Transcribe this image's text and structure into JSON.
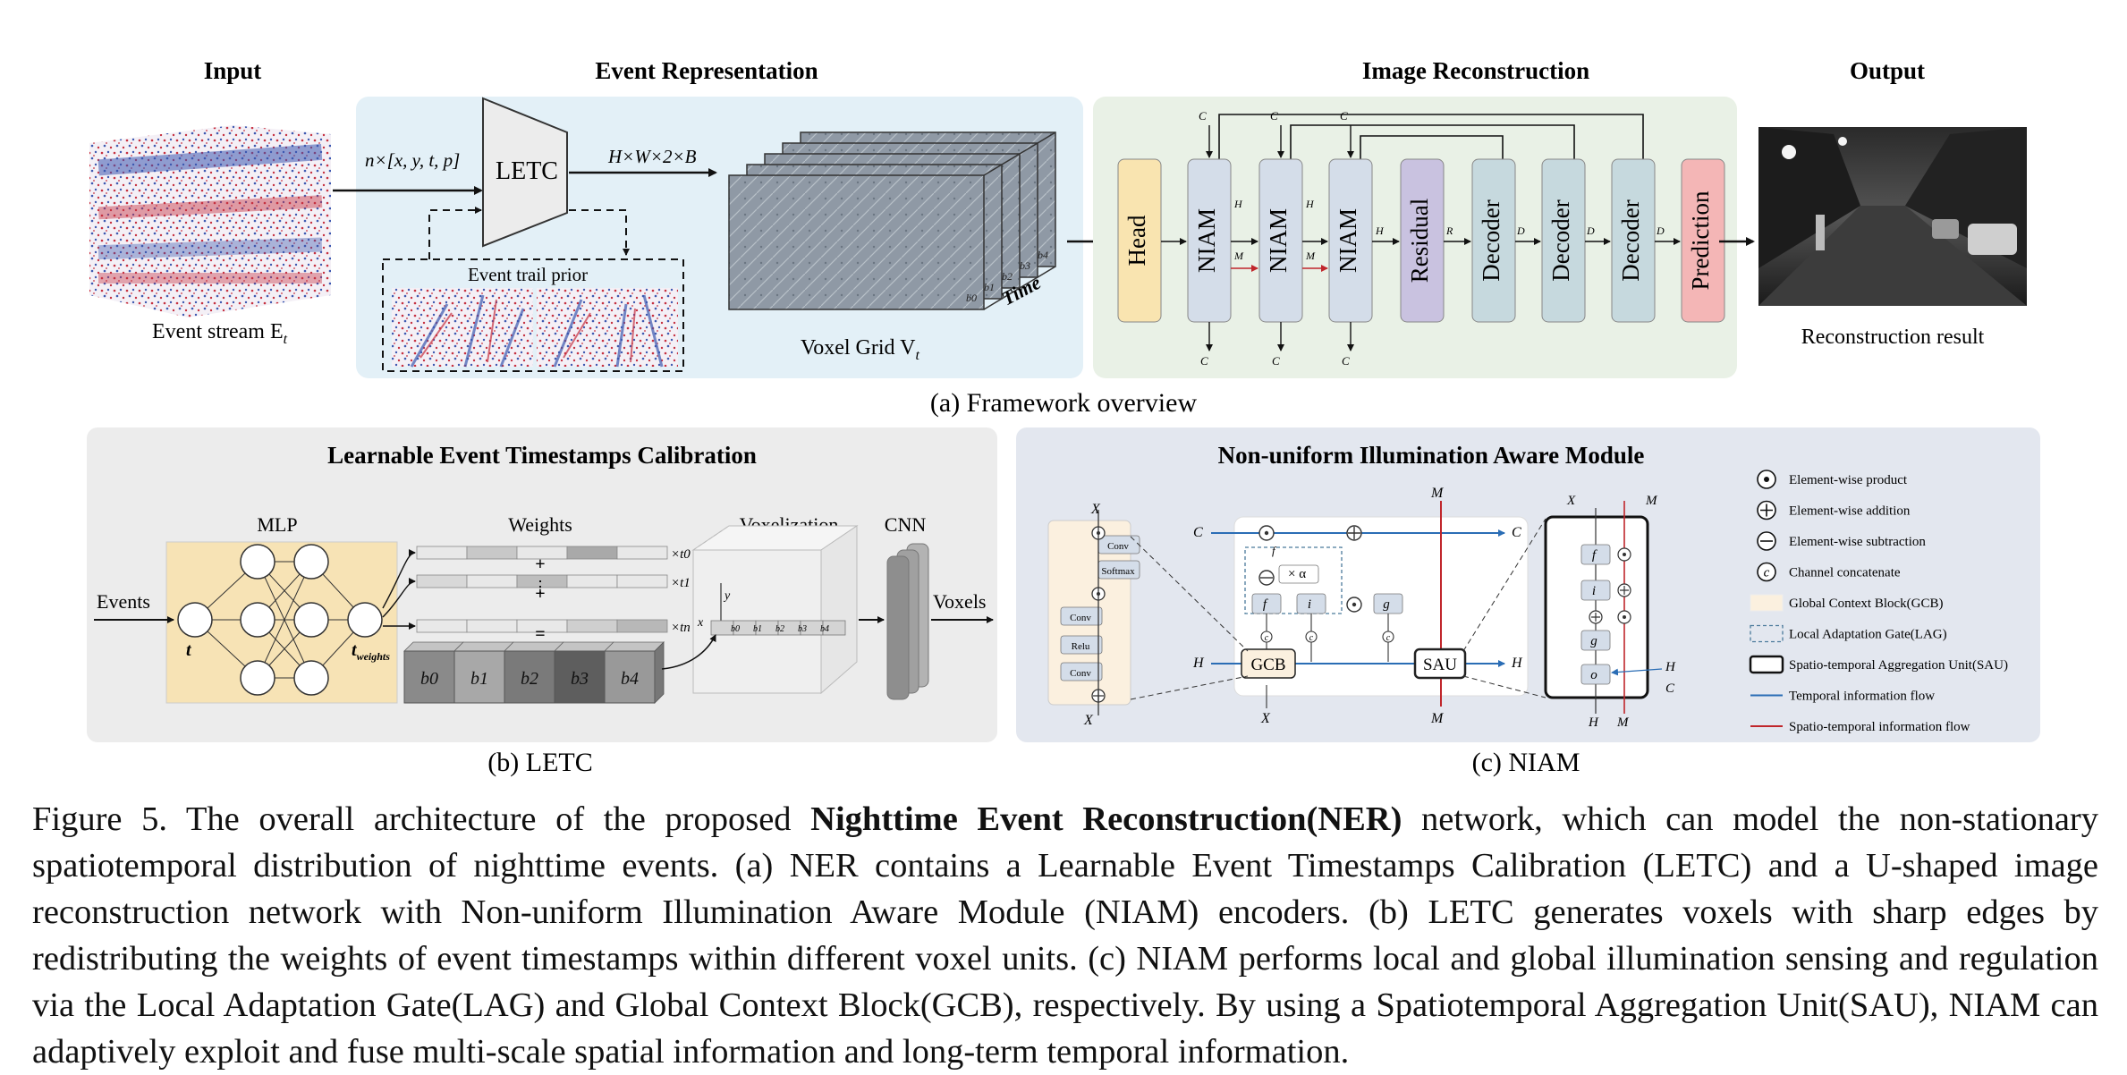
{
  "panel_a": {
    "input_title": "Input",
    "repr_title": "Event Representation",
    "recon_title": "Image Reconstruction",
    "output_title": "Output",
    "event_stream_label": "Event stream E",
    "event_stream_sub": "t",
    "input_shape": "n×[x, y, t, p]",
    "letc_label": "LETC",
    "voxel_shape": "H×W×2×B",
    "event_trail_prior": "Event trail prior",
    "voxel_grid_label": "Voxel Grid V",
    "voxel_grid_sub": "t",
    "time_label": "Time",
    "voxel_bins": [
      "b0",
      "b1",
      "b2",
      "b3",
      "b4"
    ],
    "blocks": [
      "Head",
      "NIAM",
      "NIAM",
      "NIAM",
      "Residual",
      "Decoder",
      "Decoder",
      "Decoder",
      "Prediction"
    ],
    "recon_result_label": "Reconstruction result",
    "panel_caption": "(a) Framework overview",
    "state_labels_top": [
      "C",
      "C",
      "C"
    ],
    "state_labels_bottom": [
      "C",
      "C",
      "C"
    ],
    "flow_labels": [
      "H",
      "M",
      "H",
      "M",
      "H",
      "R",
      "D",
      "D",
      "D"
    ]
  },
  "panel_b": {
    "title": "Learnable Event Timestamps Calibration",
    "mlp_label": "MLP",
    "weights_label": "Weights",
    "voxelization_label": "Voxelization",
    "cnn_label": "CNN",
    "events_label": "Events",
    "voxels_label": "Voxels",
    "input_node": "t",
    "output_node": "t",
    "output_node_sub": "weights",
    "time_multipliers": [
      "×t0",
      "×t1",
      "×tn"
    ],
    "ops": [
      "+",
      "+",
      "="
    ],
    "bins": [
      "b0",
      "b1",
      "b2",
      "b3",
      "b4"
    ],
    "axis_labels": [
      "y",
      "x"
    ],
    "panel_caption": "(b) LETC"
  },
  "panel_c": {
    "title": "Non-uniform Illumination Aware Module",
    "gcb_layers": [
      "Conv",
      "Softmax",
      "Conv",
      "Relu",
      "Conv"
    ],
    "gcb_label": "GCB",
    "sau_label": "SAU",
    "gates": [
      "f",
      "i",
      "g"
    ],
    "alpha_label": "× α",
    "node_labels": [
      "X",
      "C",
      "H",
      "M",
      "C",
      "H",
      "X",
      "M"
    ],
    "sau_gates": [
      "f",
      "i",
      "g",
      "o"
    ],
    "legend": [
      {
        "label": "Element-wise product",
        "symbol": "dot"
      },
      {
        "label": "Element-wise addition",
        "symbol": "plus"
      },
      {
        "label": "Element-wise subtraction",
        "symbol": "minus"
      },
      {
        "label": "Channel concatenate",
        "symbol": "concat"
      },
      {
        "label": "Global Context Block(GCB)",
        "symbol": "gcb"
      },
      {
        "label": "Local Adaptation Gate(LAG)",
        "symbol": "lag"
      },
      {
        "label": "Spatio-temporal Aggregation Unit(SAU)",
        "symbol": "sau"
      },
      {
        "label": "Temporal information flow",
        "symbol": "blue"
      },
      {
        "label": "Spatio-temporal information flow",
        "symbol": "red"
      }
    ],
    "panel_caption": "(c) NIAM"
  },
  "caption": {
    "prefix": "Figure 5. The overall architecture of the proposed ",
    "bold": "Nighttime Event Reconstruction(NER)",
    "rest": " network, which can model the non-stationary spatiotemporal distribution of nighttime events. (a) NER contains a Learnable Event Timestamps Calibration (LETC) and a U-shaped image reconstruction network with Non-uniform Illumination Aware Module (NIAM) encoders. (b) LETC generates voxels with sharp edges by redistributing the weights of event timestamps within different voxel units. (c) NIAM performs local and global illumination sensing and regulation via the Local Adaptation Gate(LAG) and Global Context Block(GCB), respectively. By using a Spatiotemporal Aggregation Unit(SAU), NIAM can adaptively exploit and fuse multi-scale spatial information and long-term temporal information."
  },
  "colors": {
    "repr_bg": "#e3f0f7",
    "recon_bg": "#e9f1e6",
    "letc_panel_bg": "#ececec",
    "niam_panel_bg": "#e3e7ef",
    "head": "#f9e4b0",
    "niam": "#d4dde9",
    "residual": "#c9c2e0",
    "decoder": "#c6d9de",
    "prediction": "#f4b6b6",
    "mlp_bg": "#f7e3b5",
    "temporal_flow": "#2a6db5",
    "spatiotemporal_flow": "#c0262b"
  }
}
